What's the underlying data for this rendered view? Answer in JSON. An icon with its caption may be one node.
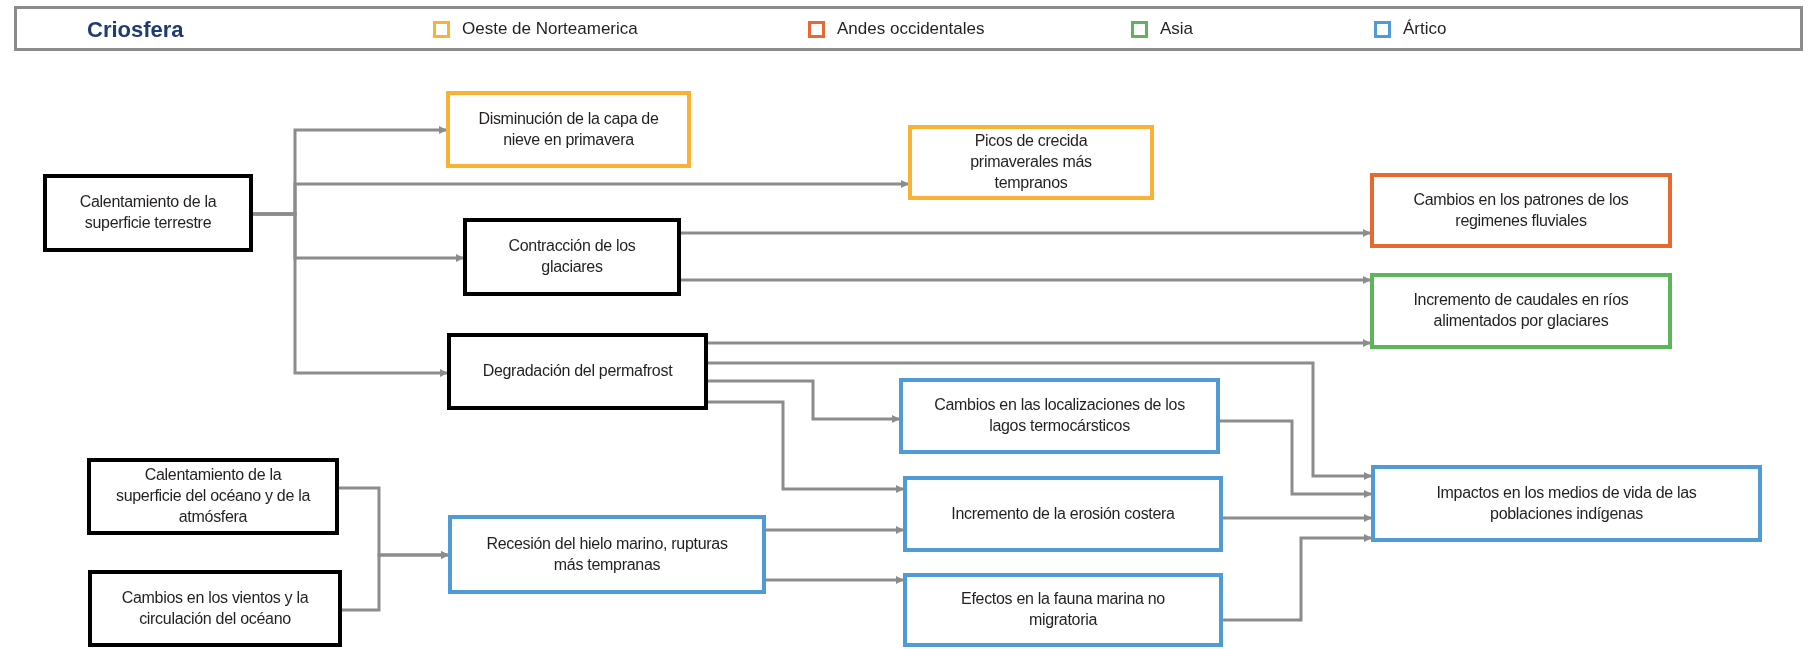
{
  "diagram": {
    "title": "Criosfera",
    "nodes": [
      {
        "text": [
          "Calentamiento de la superficie terrestre"
        ]
      },
      {
        "text": [
          "Disminución de la capa de nieve en primavera"
        ]
      },
      {
        "text": [
          "Picos de crecida primaverales más tempranos"
        ]
      },
      {
        "text": [
          "Contracción de los glaciares"
        ]
      },
      {
        "text": [
          "Cambios en los patrones de los regimenes fluviales"
        ]
      },
      {
        "text": [
          "Degradación del permafrost"
        ]
      },
      {
        "text": [
          "Incremento de caudales en ríos alimentados por glaciares"
        ]
      },
      {
        "text": [
          "Cambios en las localizaciones de los lagos termocársticos"
        ]
      },
      {
        "text": [
          "Calentamiento de la superficie del océano y de la atmósfera"
        ]
      },
      {
        "text": [
          "Incremento de la erosión costera"
        ]
      },
      {
        "text": [
          "Impactos en los medios de vida de las poblaciones indígenas"
        ]
      },
      {
        "text": [
          "Recesión del hielo marino, rupturas más tempranas"
        ]
      },
      {
        "text": [
          "Cambios en los vientos y la circulación del océano"
        ]
      },
      {
        "text": [
          "Efectos en la fauna marina no migratoria"
        ]
      }
    ],
    "edges": [
      {
        "from": 0,
        "to": 1,
        "arrow": "to"
      },
      {
        "from": 0,
        "to": 2,
        "arrow": "to"
      },
      {
        "from": 0,
        "to": 3,
        "arrow": "to"
      },
      {
        "from": 0,
        "to": 5,
        "arrow": "to"
      },
      {
        "from": 3,
        "to": 4,
        "arrow": "to"
      },
      {
        "from": 3,
        "to": 6,
        "arrow": "to"
      },
      {
        "from": 5,
        "to": 6,
        "arrow": "to"
      },
      {
        "from": 5,
        "to": 10,
        "arrow": "to"
      },
      {
        "from": 5,
        "to": 7,
        "arrow": "to"
      },
      {
        "from": 5,
        "to": 9,
        "arrow": "to"
      },
      {
        "from": 7,
        "to": 10,
        "arrow": "to"
      },
      {
        "from": 9,
        "to": 10,
        "arrow": "to"
      },
      {
        "from": 13,
        "to": 10,
        "arrow": "to"
      },
      {
        "from": 8,
        "to": 11,
        "arrow": "to"
      },
      {
        "from": 12,
        "to": 11,
        "arrow": "to"
      },
      {
        "from": 11,
        "to": 9,
        "arrow": "to"
      },
      {
        "from": 11,
        "to": 13,
        "arrow": "to"
      }
    ],
    "legend": [
      {
        "text": "Oeste de Norteamerica",
        "color": "#f9b233"
      },
      {
        "text": "Andes occidentales",
        "color": "#e8692f"
      },
      {
        "text": "Asia",
        "color": "#5db55a"
      },
      {
        "text": "Ártico",
        "color": "#4f9bd8"
      }
    ]
  }
}
